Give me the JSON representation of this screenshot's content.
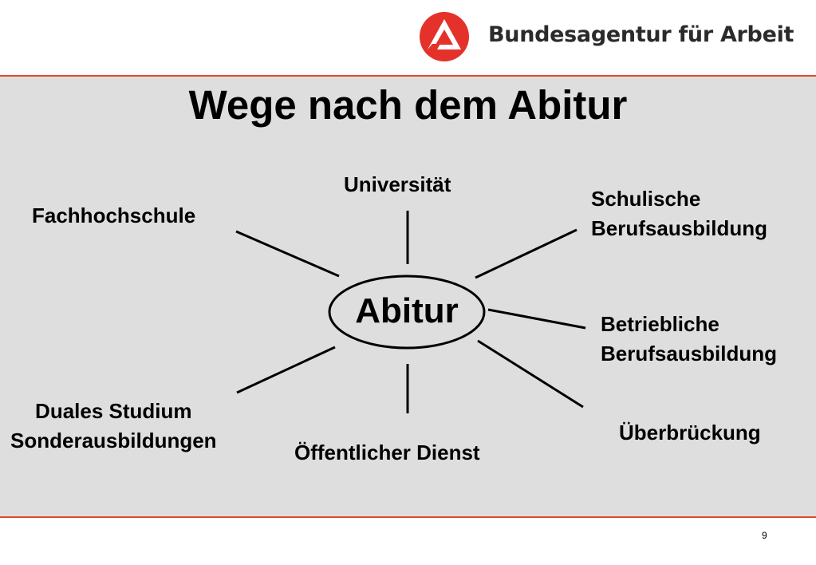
{
  "header": {
    "brand_name": "Bundesagentur für Arbeit",
    "logo_icon": "ba-logo-icon",
    "accent_color": "#e04a2a"
  },
  "slide": {
    "title": "Wege nach dem Abitur",
    "page_number": "9",
    "background_color": "#dedede"
  },
  "diagram": {
    "center": "Abitur",
    "branches": [
      {
        "id": "universitaet",
        "lines": [
          "Universität"
        ]
      },
      {
        "id": "fachhochschule",
        "lines": [
          "Fachhochschule"
        ]
      },
      {
        "id": "schulische",
        "lines": [
          "Schulische",
          "Berufsausbildung"
        ]
      },
      {
        "id": "betriebliche",
        "lines": [
          "Betriebliche",
          "Berufsausbildung"
        ]
      },
      {
        "id": "ueberbrueckung",
        "lines": [
          "Überbrückung"
        ]
      },
      {
        "id": "oeffentlicher-dienst",
        "lines": [
          "Öffentlicher Dienst"
        ]
      },
      {
        "id": "duales-studium",
        "lines": [
          "Duales Studium",
          "Sonderausbildungen"
        ]
      }
    ]
  }
}
